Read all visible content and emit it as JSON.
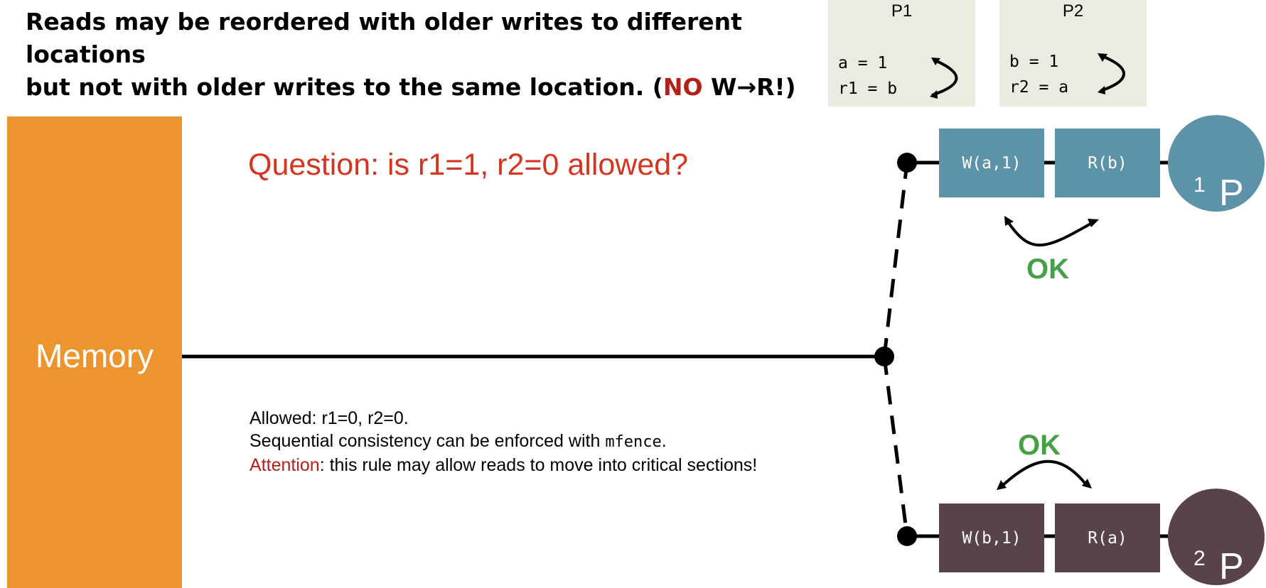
{
  "title": {
    "line1": "Reads may be reordered with older writes to different locations",
    "line2_prefix": "but not with older writes to the same location. (",
    "line2_no": "NO",
    "line2_suffix": " W→R!)"
  },
  "code_boxes": [
    {
      "processor": "P1",
      "line1": "a = 1",
      "line2": "r1 = b"
    },
    {
      "processor": "P2",
      "line1": "b = 1",
      "line2": "r2 = a"
    }
  ],
  "memory_label": "Memory",
  "question": "Question: is r1=1, r2=0 allowed?",
  "notes": {
    "allowed": "Allowed: r1=0, r2=0.",
    "sc_prefix": "Sequential consistency can be enforced with ",
    "sc_code": "mfence",
    "sc_suffix": ".",
    "attention_label": "Attention",
    "attention_text": ": this rule may allow reads to move into critical sections!"
  },
  "p1_ops": [
    "W(a,1)",
    "R(b)"
  ],
  "p2_ops": [
    "W(b,1)",
    "R(a)"
  ],
  "p1_label": {
    "base": "P",
    "sub": "1"
  },
  "p2_label": {
    "base": "P",
    "sub": "2"
  },
  "ok_label_p1": "OK",
  "ok_label_p2": "OK",
  "colors": {
    "memory": "#ec952e",
    "p1": "#5c93a8",
    "p2": "#58434a",
    "question": "#d7341f",
    "ok": "#45a048",
    "code_box_bg": "#e9eddf",
    "accent_red": "#b32019"
  }
}
